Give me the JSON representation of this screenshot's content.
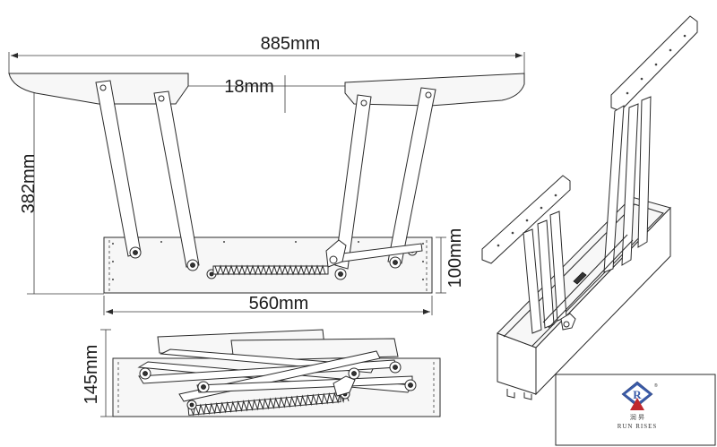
{
  "dimensions": {
    "total_width": "885mm",
    "offset": "18mm",
    "height": "382mm",
    "depth": "100mm",
    "base_length": "560mm",
    "closed_height": "145mm"
  },
  "logo": {
    "letter": "R",
    "chinese": "润 昇",
    "english": "RUN RISES",
    "registered": "®"
  },
  "colors": {
    "line": "#2a2a2a",
    "logo_blue": "#3a5ba8",
    "logo_red": "#c0282d"
  }
}
